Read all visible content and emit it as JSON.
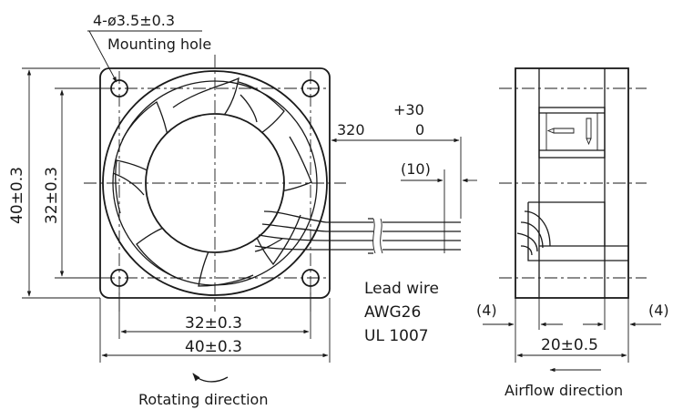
{
  "labels": {
    "mounting_hole_spec": "4-ø3.5±0.3",
    "mounting_hole": "Mounting hole",
    "cable_tolerance_plus": "+30",
    "cable_length": "320",
    "cable_tolerance_minus": "0",
    "strip_length": "(10)",
    "height_outer": "40±0.3",
    "height_inner": "32±0.3",
    "width_inner": "32±0.3",
    "width_outer": "40±0.3",
    "lead_wire": "Lead wire",
    "wire_gauge": "AWG26",
    "wire_standard": "UL 1007",
    "flange_left": "(4)",
    "flange_right": "(4)",
    "depth": "20±0.5",
    "rotating_direction": "Rotating direction",
    "airflow_direction": "Airflow direction"
  }
}
